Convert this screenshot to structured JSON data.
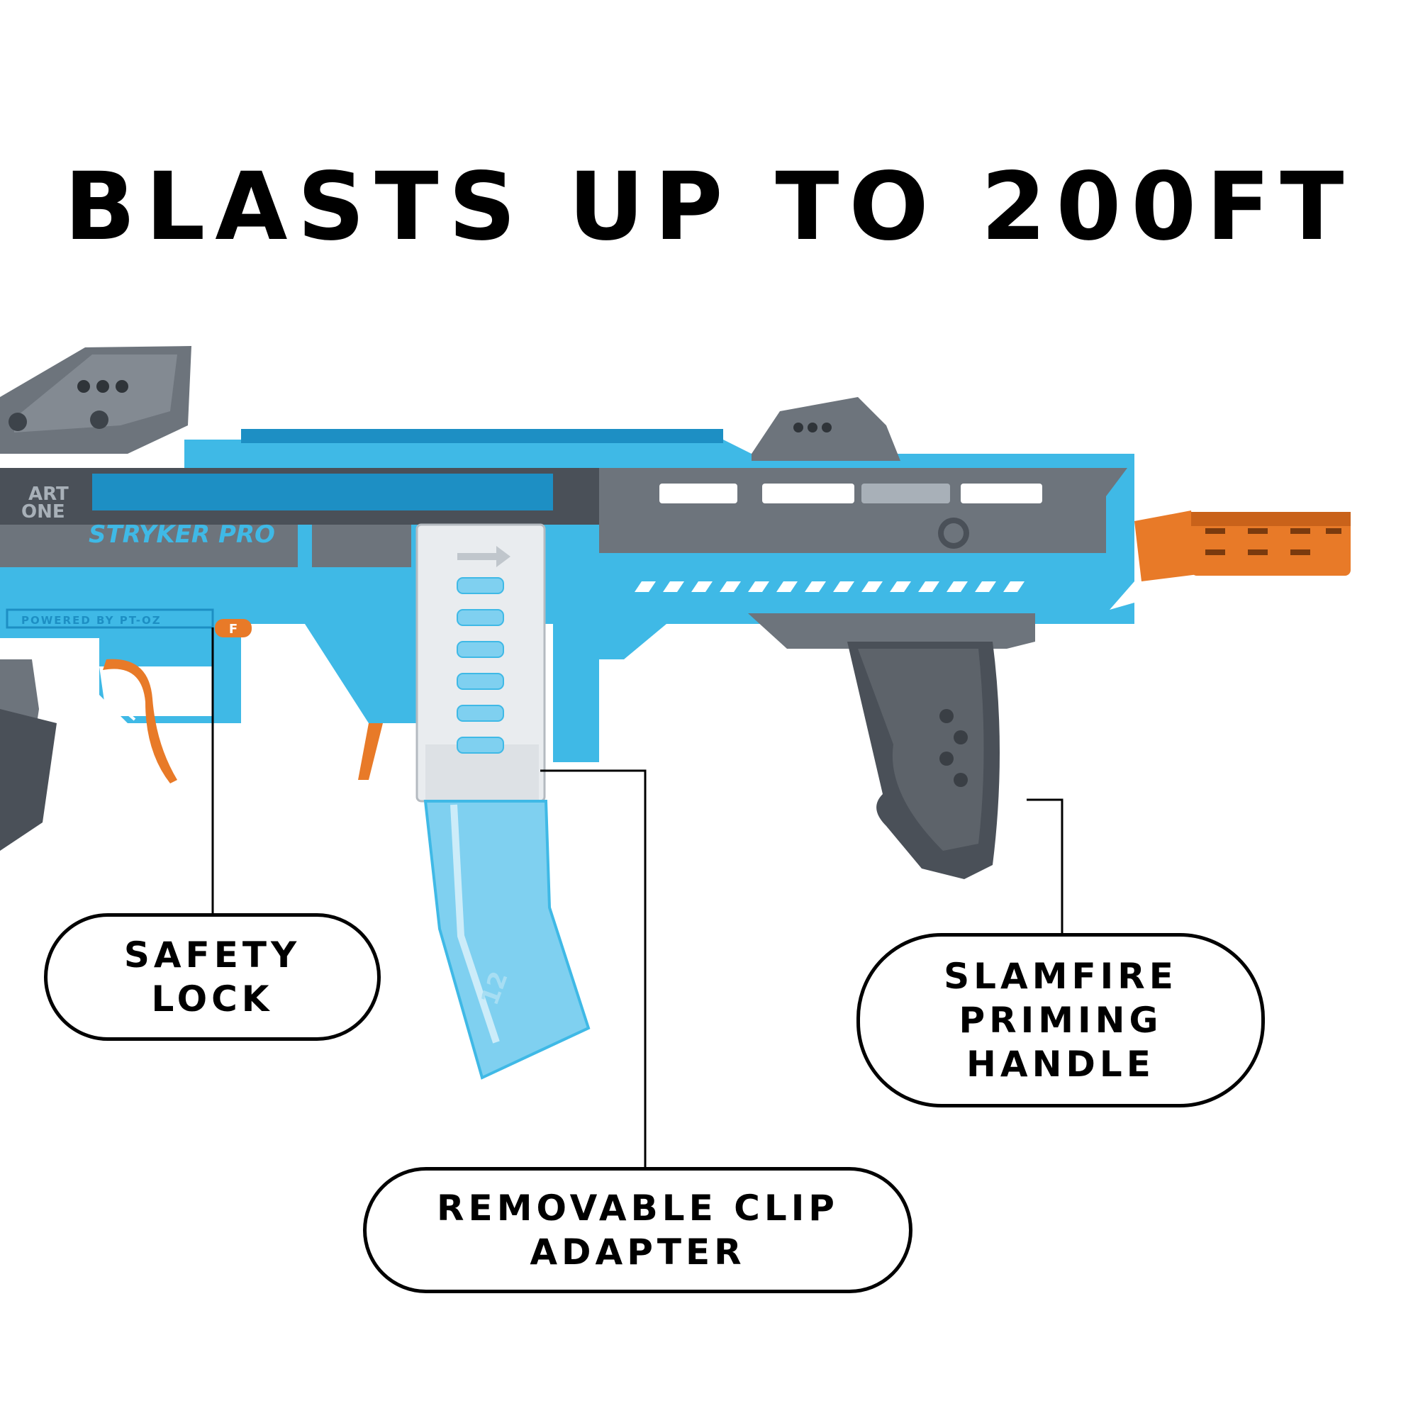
{
  "headline": "BLASTS UP TO 200FT",
  "product": {
    "name_badge": "STRYKER PRO",
    "powered_by": "POWERED BY PT-OZ",
    "brand_fragment_top": "ART",
    "brand_fragment_bottom": "ONE",
    "safety_letter": "F",
    "clip_number": "12"
  },
  "callouts": {
    "safety": {
      "line1": "SAFETY",
      "line2": "LOCK"
    },
    "clip": {
      "line1": "REMOVABLE CLIP",
      "line2": "ADAPTER"
    },
    "slamfire": {
      "line1": "SLAMFIRE",
      "line2": "PRIMING",
      "line3": "HANDLE"
    }
  },
  "colors": {
    "body_blue": "#3fb9e6",
    "dark_blue": "#1d8fc4",
    "frame_gray": "#6d747c",
    "dark_gray": "#4a5058",
    "orange": "#e87a28",
    "clip_blue": "#7fd0f0",
    "adapter_white": "#e9ecef"
  }
}
